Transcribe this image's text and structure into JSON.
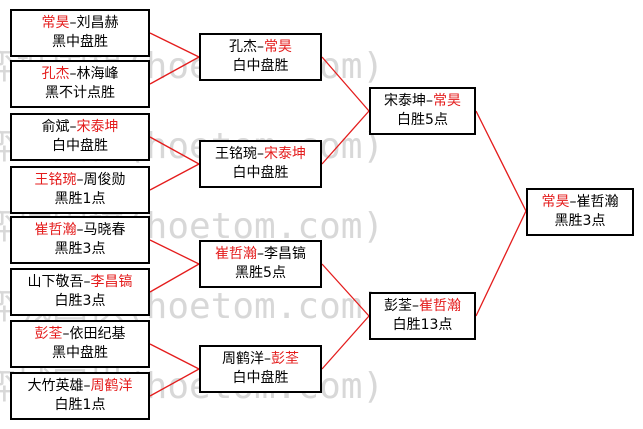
{
  "colors": {
    "winner": "#e41c1c",
    "line": "#e41c1c",
    "border": "#000000",
    "watermark": "#d3d3d3"
  },
  "watermark_text": "弈城围棋(hoetom.com)",
  "round1": [
    {
      "p1": "常昊",
      "sep": "–",
      "p2": "刘昌赫",
      "winner": 1,
      "result": "黑中盘胜"
    },
    {
      "p1": "孔杰",
      "sep": "–",
      "p2": "林海峰",
      "winner": 1,
      "result": "黑不计点胜"
    },
    {
      "p1": "俞斌",
      "sep": "–",
      "p2": "宋泰坤",
      "winner": 2,
      "result": "白中盘胜"
    },
    {
      "p1": "王铭琬",
      "sep": "–",
      "p2": "周俊勋",
      "winner": 1,
      "result": "黑胜1点"
    },
    {
      "p1": "崔哲瀚",
      "sep": "–",
      "p2": "马晓春",
      "winner": 1,
      "result": "黑胜3点"
    },
    {
      "p1": "山下敬吾",
      "sep": "–",
      "p2": "李昌镐",
      "winner": 2,
      "result": "白胜3点"
    },
    {
      "p1": "彭荃",
      "sep": "–",
      "p2": "依田纪基",
      "winner": 1,
      "result": "黑中盘胜"
    },
    {
      "p1": "大竹英雄",
      "sep": "–",
      "p2": "周鹤洋",
      "winner": 2,
      "result": "白胜1点"
    }
  ],
  "round2": [
    {
      "p1": "孔杰",
      "sep": "–",
      "p2": "常昊",
      "winner": 2,
      "result": "白中盘胜"
    },
    {
      "p1": "王铭琬",
      "sep": "–",
      "p2": "宋泰坤",
      "winner": 2,
      "result": "白中盘胜"
    },
    {
      "p1": "崔哲瀚",
      "sep": "–",
      "p2": "李昌镐",
      "winner": 1,
      "result": "黑胜5点"
    },
    {
      "p1": "周鹤洋",
      "sep": "–",
      "p2": "彭荃",
      "winner": 2,
      "result": "白中盘胜"
    }
  ],
  "semifinal": [
    {
      "p1": "宋泰坤",
      "sep": "–",
      "p2": "常昊",
      "winner": 2,
      "result": "白胜5点"
    },
    {
      "p1": "彭荃",
      "sep": "–",
      "p2": "崔哲瀚",
      "winner": 2,
      "result": "白胜13点"
    }
  ],
  "final": {
    "p1": "常昊",
    "sep": "–",
    "p2": "崔哲瀚",
    "winner": 1,
    "result": "黑胜3点"
  }
}
